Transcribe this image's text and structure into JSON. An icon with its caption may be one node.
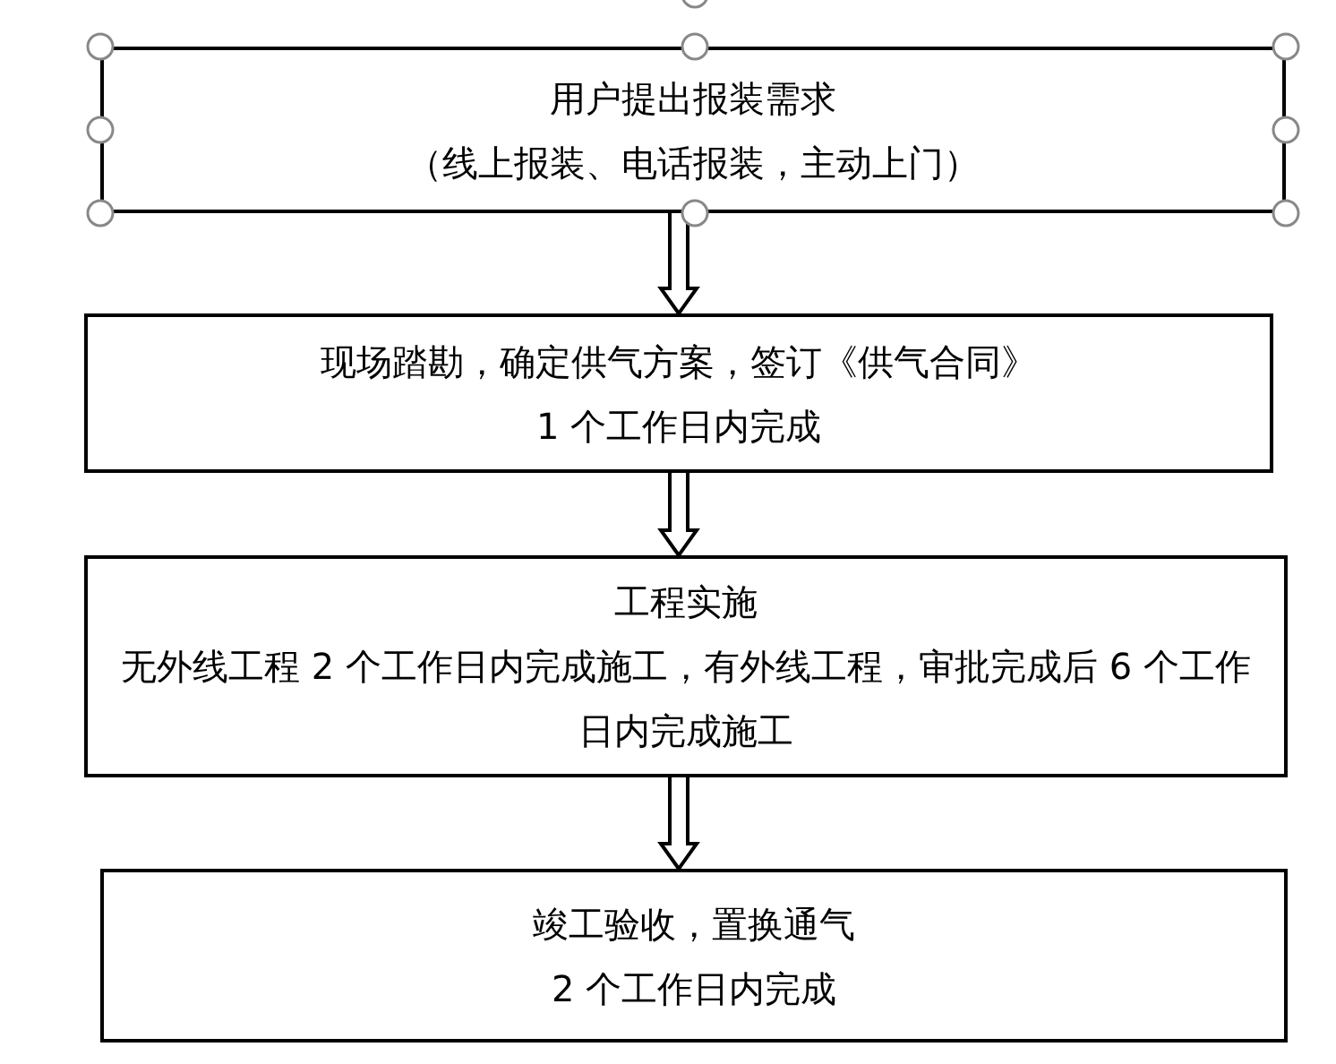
{
  "diagram": {
    "nodes": [
      {
        "text": [
          "用户提出报装需求",
          "（线上报装、电话报装，主动上门）"
        ]
      },
      {
        "text": [
          "现场踏勘，确定供气方案，签订《供气合同》",
          "1 个工作日内完成"
        ]
      },
      {
        "text": [
          "工程实施",
          "无外线工程 2 个工作日内完成施工，有外线工程，审批完成后 6 个工作日内完成施工"
        ]
      },
      {
        "text": [
          "竣工验收，置换通气",
          "2 个工作日内完成"
        ]
      }
    ],
    "edges": [
      {
        "from": 0,
        "to": 1,
        "arrow": "to"
      },
      {
        "from": 1,
        "to": 2,
        "arrow": "to"
      },
      {
        "from": 2,
        "to": 3,
        "arrow": "to"
      }
    ]
  }
}
